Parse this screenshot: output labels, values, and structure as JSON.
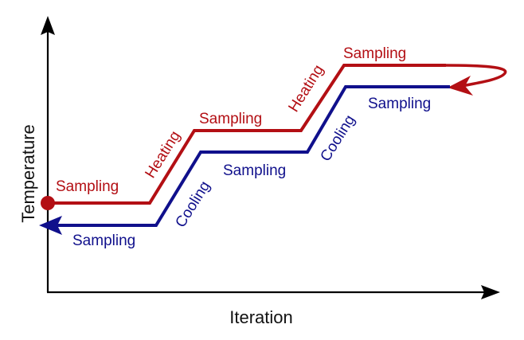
{
  "axes": {
    "x_label": "Iteration",
    "y_label": "Temperature"
  },
  "colors": {
    "heating": "#b30f14",
    "cooling": "#10108c",
    "axis": "#000000"
  },
  "heating_path": {
    "labels": [
      "Sampling",
      "Heating",
      "Sampling",
      "Heating",
      "Sampling"
    ]
  },
  "cooling_path": {
    "labels": [
      "Sampling",
      "Cooling",
      "Sampling",
      "Cooling",
      "Sampling"
    ]
  }
}
